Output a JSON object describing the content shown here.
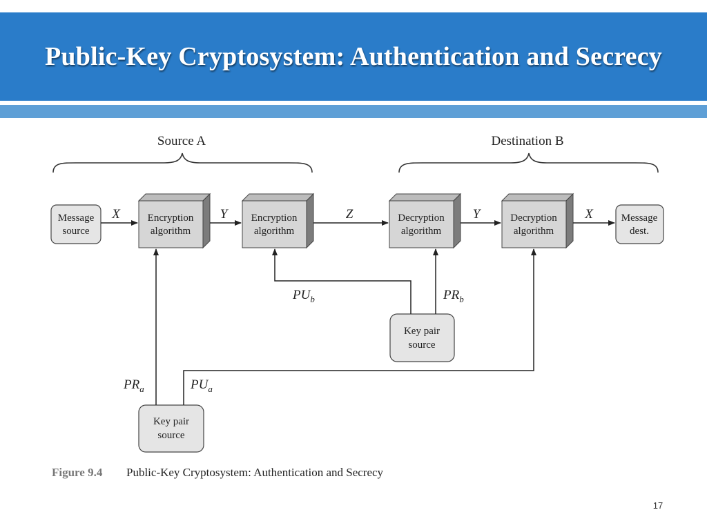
{
  "slide": {
    "title": "Public-Key Cryptosystem:  Authentication and Secrecy",
    "page_number": "17"
  },
  "diagram": {
    "groups": {
      "source": "Source A",
      "destination": "Destination B"
    },
    "nodes": {
      "message_source": [
        "Message",
        "source"
      ],
      "encrypt_1": [
        "Encryption",
        "algorithm"
      ],
      "encrypt_2": [
        "Encryption",
        "algorithm"
      ],
      "decrypt_1": [
        "Decryption",
        "algorithm"
      ],
      "decrypt_2": [
        "Decryption",
        "algorithm"
      ],
      "message_dest": [
        "Message",
        "dest."
      ],
      "key_pair_b": [
        "Key pair",
        "source"
      ],
      "key_pair_a": [
        "Key pair",
        "source"
      ]
    },
    "edge_labels": {
      "x_in": "X",
      "y_mid": "Y",
      "z": "Z",
      "y_out": "Y",
      "x_out": "X"
    },
    "keys": {
      "pu_b": {
        "base": "PU",
        "sub": "b"
      },
      "pr_b": {
        "base": "PR",
        "sub": "b"
      },
      "pr_a": {
        "base": "PR",
        "sub": "a"
      },
      "pu_a": {
        "base": "PU",
        "sub": "a"
      }
    },
    "caption": {
      "number": "Figure 9.4",
      "text": "Public-Key Cryptosystem: Authentication and Secrecy"
    }
  }
}
